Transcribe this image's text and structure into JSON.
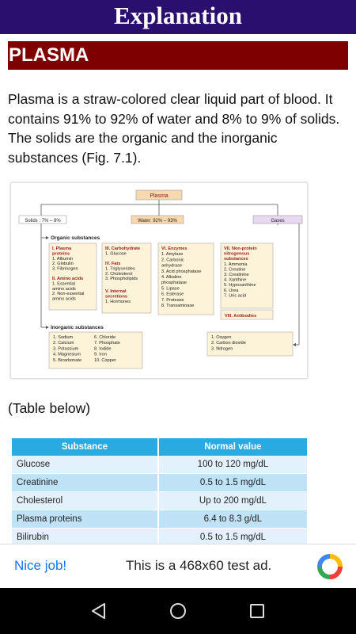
{
  "header": {
    "title": "Explanation"
  },
  "section": {
    "title": "PLASMA"
  },
  "intro": "Plasma is a straw-colored clear liquid part of blood. It contains 91% to 92% of water and 8% to 9% of solids. The solids are the organic and the inorganic substances (Fig. 7.1).",
  "figure": {
    "root": "Plasma",
    "solids": "Solids : 7% – 8%",
    "water": "Water: 92% – 93%",
    "gases": "Gases",
    "organic_title": "Organic substances",
    "inorganic_title": "Inorganic substances",
    "plasma_proteins": [
      "I. Plasma",
      "proteins",
      "1. Albumin",
      "2. Globulin",
      "3. Fibrinogen"
    ],
    "amino_acids": [
      "II. Amino acids",
      "1. Essential",
      "amino acids",
      "2. Non-essential",
      "amino acids"
    ],
    "carbohydrate": [
      "III. Carbohydrate",
      "1. Glucose"
    ],
    "fats": [
      "IV. Fats",
      "1. Triglycerides",
      "2. Cholesterol",
      "3. Phospholipids"
    ],
    "internal_secretions": [
      "V. Internal",
      "secretions",
      "1. Hormones"
    ],
    "enzymes": [
      "VI. Enzymes",
      "1. Amylase",
      "2. Carbonic",
      "anhydrase",
      "3. Acid phosphatase",
      "4. Alkaline",
      "phosphatase",
      "5. Lipase",
      "6. Esterase",
      "7. Protease",
      "8. Transaminase"
    ],
    "non_protein": [
      "VII. Non-protein",
      "nitrogenous",
      "substances",
      "1. Ammonia",
      "2. Creatine",
      "3. Creatinine",
      "4. Xanthine",
      "5. Hypoxanthine",
      "6. Urea",
      "7. Uric acid"
    ],
    "antibodies": "VIII. Antibodies",
    "inorganic_col1": [
      "1. Sodium",
      "2. Calcium",
      "3. Potassium",
      "4. Magnesium",
      "5. Bicarbonate"
    ],
    "inorganic_col2": [
      "6. Chloride",
      "7. Phosphate",
      "8. Iodide",
      "9. Iron",
      "10. Copper"
    ],
    "gases_list": [
      "1. Oxygen",
      "2. Carbon dioxide",
      "3. Nitrogen"
    ]
  },
  "table_label": "(Table below)",
  "table": {
    "headers": [
      "Substance",
      "Normal value"
    ],
    "rows": [
      [
        "Glucose",
        "100 to 120  mg/dL"
      ],
      [
        "Creatinine",
        "0.5 to 1.5  mg/dL"
      ],
      [
        "Cholesterol",
        "Up to 200  mg/dL"
      ],
      [
        "Plasma proteins",
        "6.4 to 8.3  g/dL"
      ],
      [
        "Bilirubin",
        "0.5 to 1.5  mg/dL"
      ]
    ]
  },
  "ad": {
    "cta": "Nice job!",
    "text": "This is a 468x60 test ad."
  },
  "colors": {
    "header_bg": "#2a0f6e",
    "section_bg": "#7f0000",
    "table_header": "#29abe2",
    "ad_link": "#1a73e8"
  }
}
